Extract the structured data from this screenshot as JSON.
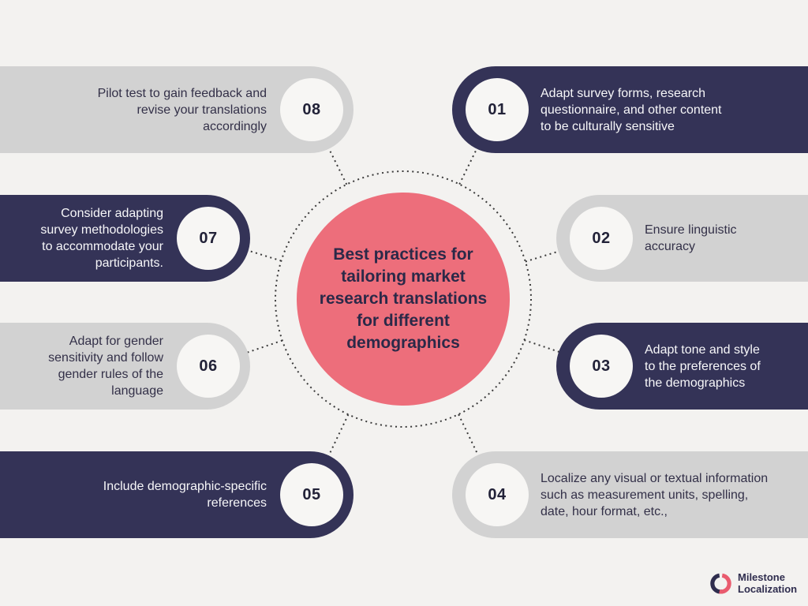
{
  "title": {
    "lines": [
      "Best practices for",
      "tailoring market",
      "research translations",
      "for different",
      "demographics"
    ]
  },
  "items": [
    {
      "number": "01",
      "lines": [
        "Adapt survey forms, research",
        "questionnaire, and other content",
        "to be culturally sensitive"
      ]
    },
    {
      "number": "02",
      "lines": [
        "Ensure linguistic",
        "accuracy"
      ]
    },
    {
      "number": "03",
      "lines": [
        "Adapt tone and style",
        "to the preferences of",
        "the demographics"
      ]
    },
    {
      "number": "04",
      "lines": [
        "Localize any visual or textual information",
        "such as measurement units, spelling,",
        "date, hour format, etc.,"
      ]
    },
    {
      "number": "05",
      "lines": [
        "Include demographic-specific",
        "references"
      ]
    },
    {
      "number": "06",
      "lines": [
        "Adapt for gender",
        "sensitivity and follow",
        "gender rules of the",
        "language"
      ]
    },
    {
      "number": "07",
      "lines": [
        "Consider adapting",
        "survey methodologies",
        "to accommodate your",
        "participants."
      ]
    },
    {
      "number": "08",
      "lines": [
        "Pilot test to gain feedback and",
        "revise your translations",
        "accordingly"
      ]
    }
  ],
  "logo": {
    "line1": "Milestone",
    "line2": "Localization"
  },
  "colors": {
    "navy": "#343357",
    "gray": "#D2D2D2",
    "pink": "#ED6E7B",
    "background": "#F3F2F0",
    "badge_fill": "#F7F6F4",
    "connector_dot": "#3A3A3A",
    "logo_navy": "#2F2D4E",
    "logo_coral": "#E95B6E"
  }
}
